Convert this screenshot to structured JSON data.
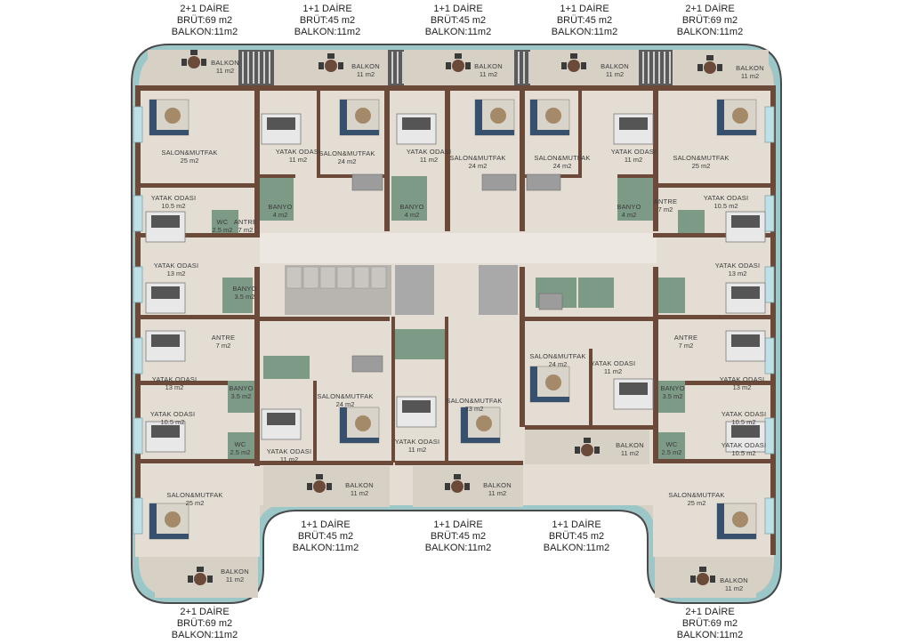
{
  "plan": {
    "colors": {
      "wall": "#6b4a3a",
      "floor": "#e3ddd3",
      "balcony": "#d7d0c4",
      "frame": "#9cc7c8",
      "outer_border": "#4a4a4a",
      "core": "#b8b5b0",
      "bath_tile": "#7c9a86",
      "sofa": "#36506d",
      "bed": "#e8e8e8",
      "table": "#6b4a3a"
    },
    "units": [
      {
        "type": "2+1 DAİRE",
        "gross": "BRÜT:69 m2",
        "balcony": "BALKON:11m2"
      },
      {
        "type": "1+1 DAİRE",
        "gross": "BRÜT:45 m2",
        "balcony": "BALKON:11m2"
      },
      {
        "type": "1+1 DAİRE",
        "gross": "BRÜT:45 m2",
        "balcony": "BALKON:11m2"
      },
      {
        "type": "1+1 DAİRE",
        "gross": "BRÜT:45 m2",
        "balcony": "BALKON:11m2"
      },
      {
        "type": "2+1 DAİRE",
        "gross": "BRÜT:69 m2",
        "balcony": "BALKON:11m2"
      },
      {
        "type": "1+1 DAİRE",
        "gross": "BRÜT:45 m2",
        "balcony": "BALKON:11m2"
      },
      {
        "type": "1+1 DAİRE",
        "gross": "BRÜT:45 m2",
        "balcony": "BALKON:11m2"
      },
      {
        "type": "1+1 DAİRE",
        "gross": "BRÜT:45 m2",
        "balcony": "BALKON:11m2"
      },
      {
        "type": "2+1 DAİRE",
        "gross": "BRÜT:69 m2",
        "balcony": "BALKON:11m2"
      },
      {
        "type": "2+1 DAİRE",
        "gross": "BRÜT:69 m2",
        "balcony": "BALKON:11m2"
      }
    ],
    "rooms": [
      {
        "name": "BALKON",
        "area": "11 m2"
      },
      {
        "name": "BALKON",
        "area": "11 m2"
      },
      {
        "name": "BALKON",
        "area": "11 m2"
      },
      {
        "name": "BALKON",
        "area": "11 m2"
      },
      {
        "name": "BALKON",
        "area": "11 m2"
      },
      {
        "name": "SALON&MUTFAK",
        "area": "25 m2"
      },
      {
        "name": "YATAK ODASI",
        "area": "11 m2"
      },
      {
        "name": "SALON&MUTFAK",
        "area": "24 m2"
      },
      {
        "name": "YATAK ODASI",
        "area": "11 m2"
      },
      {
        "name": "SALON&MUTFAK",
        "area": "24 m2"
      },
      {
        "name": "SALON&MUTFAK",
        "area": "24 m2"
      },
      {
        "name": "YATAK ODASI",
        "area": "11 m2"
      },
      {
        "name": "SALON&MUTFAK",
        "area": "25 m2"
      },
      {
        "name": "YATAK ODASI",
        "area": "10.5 m2"
      },
      {
        "name": "WC",
        "area": "2.5 m2"
      },
      {
        "name": "ANTRE",
        "area": "7 m2"
      },
      {
        "name": "BANYO",
        "area": "4 m2"
      },
      {
        "name": "BANYO",
        "area": "4 m2"
      },
      {
        "name": "BANYO",
        "area": "4 m2"
      },
      {
        "name": "ANTRE",
        "area": "7 m2"
      },
      {
        "name": "YATAK ODASI",
        "area": "10.5 m2"
      },
      {
        "name": "YATAK ODASI",
        "area": "13 m2"
      },
      {
        "name": "BANYO",
        "area": "3.5 m2"
      },
      {
        "name": "YATAK ODASI",
        "area": "13 m2"
      },
      {
        "name": "ANTRE",
        "area": "7 m2"
      },
      {
        "name": "YATAK ODASI",
        "area": "13 m2"
      },
      {
        "name": "SALON&MUTFAK",
        "area": "24 m2"
      },
      {
        "name": "YATAK ODASI",
        "area": "11 m2"
      },
      {
        "name": "ANTRE",
        "area": "7 m2"
      },
      {
        "name": "YATAK ODASI",
        "area": "13 m2"
      },
      {
        "name": "BANYO",
        "area": "3.5 m2"
      },
      {
        "name": "SALON&MUTFAK",
        "area": "24 m2"
      },
      {
        "name": "SALON&MUTFAK",
        "area": "23 m2"
      },
      {
        "name": "BANYO",
        "area": "3.5 m2"
      },
      {
        "name": "YATAK ODASI",
        "area": "10.5 m2"
      },
      {
        "name": "YATAK ODASI",
        "area": "10.5 m2"
      },
      {
        "name": "WC",
        "area": "2.5 m2"
      },
      {
        "name": "YATAK ODASI",
        "area": "11 m2"
      },
      {
        "name": "YATAK ODASI",
        "area": "11 m2"
      },
      {
        "name": "BALKON",
        "area": "11 m2"
      },
      {
        "name": "WC",
        "area": "2.5 m2"
      },
      {
        "name": "YATAK ODASI",
        "area": "10.5 m2"
      },
      {
        "name": "BALKON",
        "area": "11 m2"
      },
      {
        "name": "BALKON",
        "area": "11 m2"
      },
      {
        "name": "SALON&MUTFAK",
        "area": "25 m2"
      },
      {
        "name": "SALON&MUTFAK",
        "area": "25 m2"
      },
      {
        "name": "BALKON",
        "area": "11 m2"
      },
      {
        "name": "BALKON",
        "area": "11 m2"
      }
    ]
  }
}
